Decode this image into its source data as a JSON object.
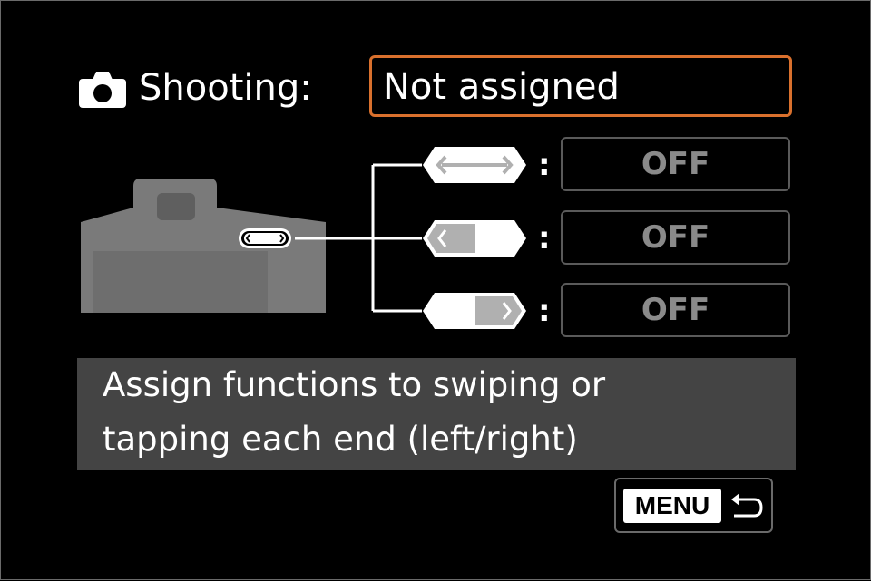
{
  "header": {
    "mode_icon": "camera-icon",
    "mode_label": "Shooting:",
    "assigned_value": "Not assigned"
  },
  "swipe_assignments": [
    {
      "gesture": "swipe-left-right",
      "icon": "swipe-bar-both-icon",
      "separator": ":",
      "value": "OFF"
    },
    {
      "gesture": "tap-left-end",
      "icon": "swipe-bar-left-icon",
      "separator": ":",
      "value": "OFF"
    },
    {
      "gesture": "tap-right-end",
      "icon": "swipe-bar-right-icon",
      "separator": ":",
      "value": "OFF"
    }
  ],
  "description": {
    "line1": "Assign functions to swiping or",
    "line2": "tapping each end (left/right)"
  },
  "menu_button": {
    "label": "MENU",
    "icon": "return-arrow-icon"
  },
  "colors": {
    "background": "#000000",
    "selection_border": "#d9702d",
    "camera_body": "#7a7a7a",
    "description_bg": "#444444",
    "off_text": "#8a8a8a"
  }
}
